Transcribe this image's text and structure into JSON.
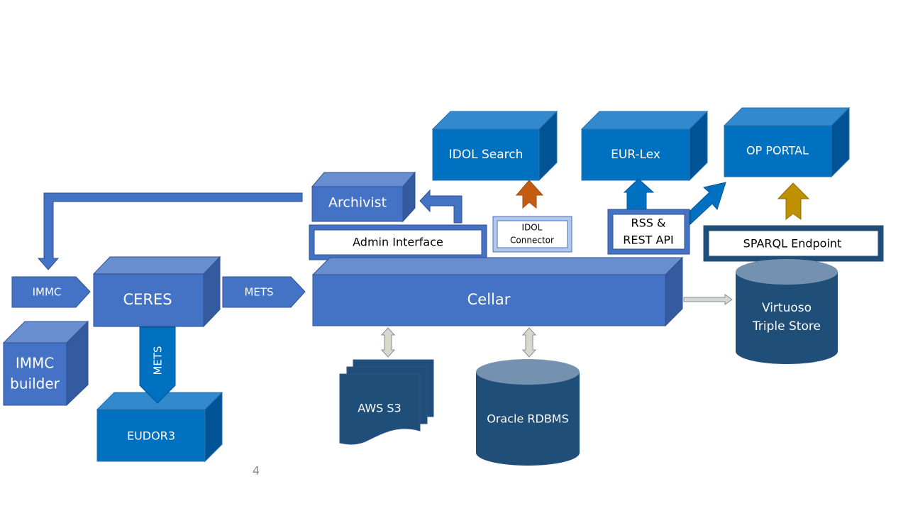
{
  "slide": {
    "page_number": "4"
  },
  "nodes": {
    "idol_search": "IDOL Search",
    "eur_lex": "EUR-Lex",
    "op_portal": "OP PORTAL",
    "archivist": "Archivist",
    "admin_interface": "Admin Interface",
    "idol_connector_line1": "IDOL",
    "idol_connector_line2": "Connector",
    "rss_line1": "RSS &",
    "rss_line2": "REST API",
    "sparql_endpoint": "SPARQL Endpoint",
    "immc_arrow": "IMMC",
    "ceres": "CERES",
    "mets_arrow": "METS",
    "cellar": "Cellar",
    "virtuoso_line1": "Virtuoso",
    "virtuoso_line2": "Triple Store",
    "immc_builder_line1": "IMMC",
    "immc_builder_line2": "builder",
    "mets_down_arrow": "METS",
    "eudor3": "EUDOR3",
    "aws_s3": "AWS S3",
    "oracle_rdbms": "Oracle RDBMS"
  },
  "colors": {
    "box_front": "#4472c4",
    "box_top": "#698ed0",
    "box_side": "#345a9f",
    "bright_front": "#0070c0",
    "bright_top": "#3389cd",
    "bright_side": "#005496",
    "db_body": "#1f4e79",
    "db_top": "#7591b0",
    "orange_arrow": "#c55a11",
    "gold_arrow": "#bf9000",
    "grey_arrow": "#d9d9c9"
  }
}
